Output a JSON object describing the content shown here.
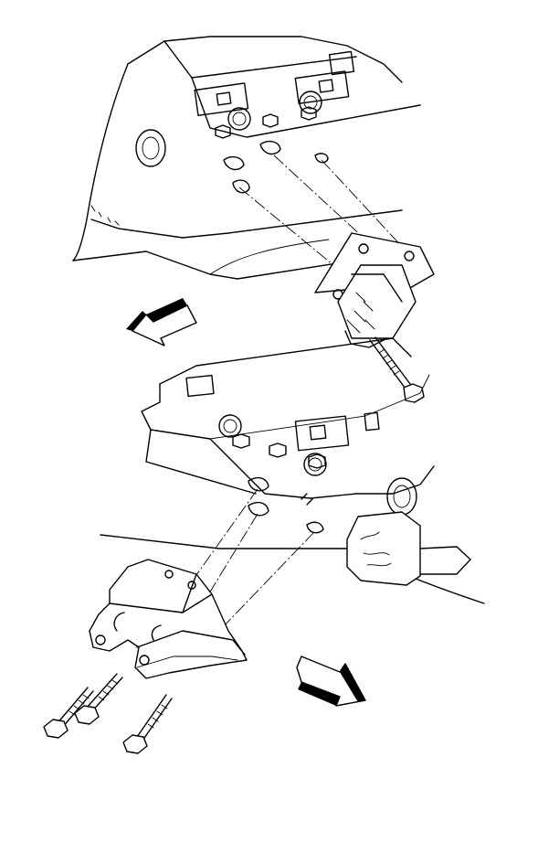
{
  "figure": {
    "parts": [
      "engine-block-upper",
      "motor-mount-upper",
      "motor-mount-bolt",
      "engine-block-lower",
      "engine-mount-bracket",
      "bracket-bolt-1",
      "bracket-bolt-2",
      "bracket-bolt-3"
    ],
    "arrows": [
      "front-direction-arrow",
      "rear-direction-arrow"
    ]
  }
}
